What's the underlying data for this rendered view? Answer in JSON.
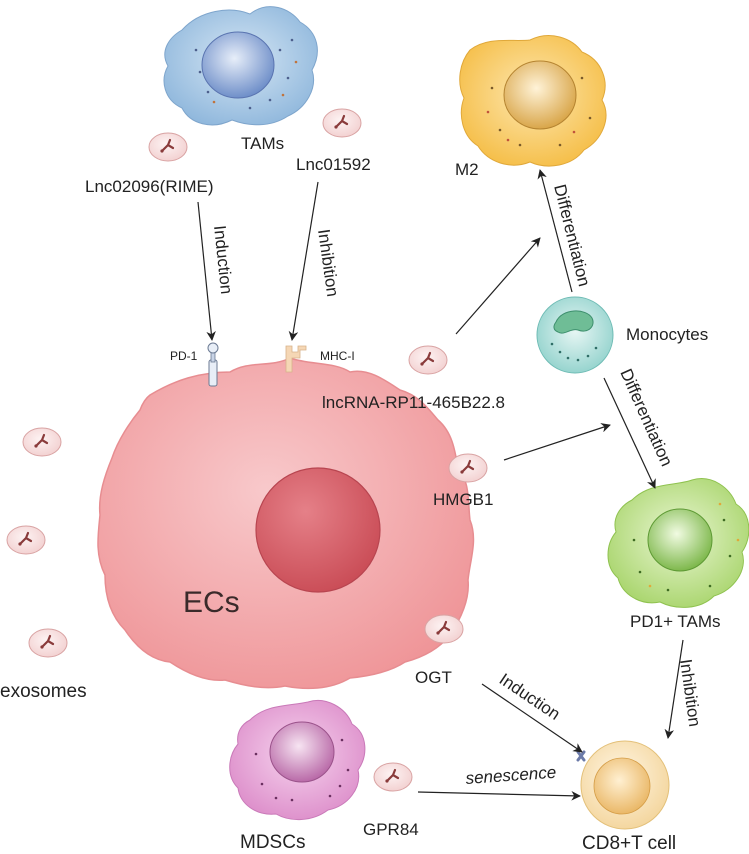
{
  "diagram": {
    "nodes": {
      "tams": "TAMs",
      "m2": "M2",
      "monocytes": "Monocytes",
      "pd1_tams": "PD1+ TAMs",
      "mdscs": "MDSCs",
      "cd8": "CD8+T cell",
      "ecs": "ECs",
      "exosomes": "exosomes"
    },
    "molecules": {
      "lnc02096": "Lnc02096(RIME)",
      "lnc01592": "Lnc01592",
      "lncrna_rp11": "lncRNA-RP11-465B22.8",
      "hmgb1": "HMGB1",
      "ogt": "OGT",
      "gpr84": "GPR84"
    },
    "receptors": {
      "pd1": "PD-1",
      "mhc1": "MHC-I"
    },
    "edges": {
      "induction_pd1": "Induction",
      "inhibition_mhc": "Inhibition",
      "diff_m2": "Differentiation",
      "diff_pd1tams": "Differentiation",
      "inhibition_cd8": "Inhibition",
      "induction_cd8": "Induction",
      "senescence": "senescence"
    },
    "colors": {
      "ecs_body": "#f2a3a6",
      "ecs_nucleus": "#d9666e",
      "tams": "#a9c8e3",
      "m2": "#f7c964",
      "monocyte": "#a8dcd8",
      "pd1_tams": "#bfe08a",
      "mdscs": "#e7a6d8",
      "cd8": "#fbe3b5",
      "exosome": "#f9e3e3"
    }
  }
}
